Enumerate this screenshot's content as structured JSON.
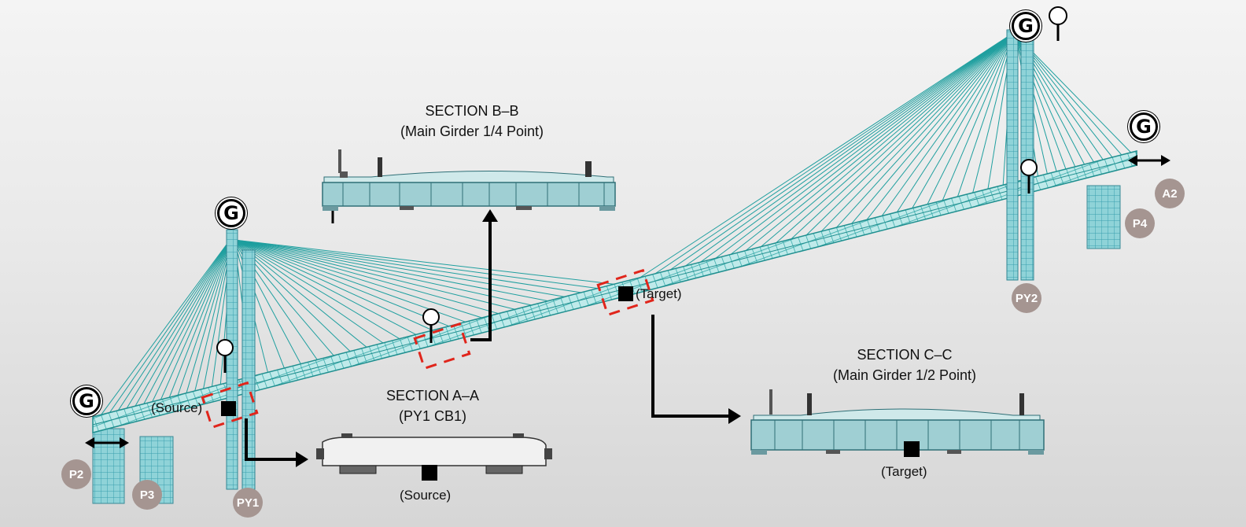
{
  "sections": {
    "a": {
      "title": "SECTION A–A",
      "subtitle": "(PY1 CB1)",
      "marker_label": "(Source)"
    },
    "b": {
      "title": "SECTION B–B",
      "subtitle": "(Main Girder 1/4 Point)"
    },
    "c": {
      "title": "SECTION C–C",
      "subtitle": "(Main Girder 1/2 Point)",
      "marker_label": "(Target)"
    }
  },
  "bridge_labels": {
    "source": "(Source)",
    "target": "(Target)"
  },
  "supports": [
    "P2",
    "P3",
    "PY1",
    "PY2",
    "P4",
    "A2"
  ],
  "ground_icon_text": "G",
  "colors": {
    "deck": "#2aa8a8",
    "cable": "#1f9f9f",
    "section_fill": "#9fcfd3",
    "marker_red": "#e0251b",
    "badge": "#a59591"
  }
}
